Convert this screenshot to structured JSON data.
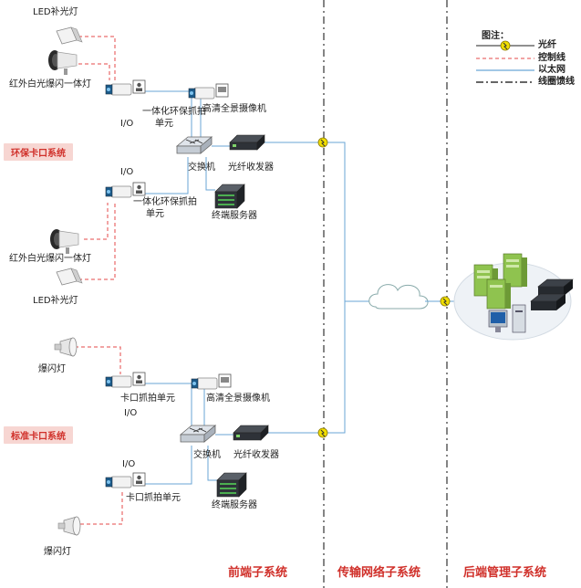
{
  "legend": {
    "title": "图注：",
    "items": [
      {
        "name": "fiber",
        "label": "光纤",
        "color": "#e8d800"
      },
      {
        "name": "control",
        "label": "控制线",
        "color": "#e54a4a"
      },
      {
        "name": "ethernet",
        "label": "以太网",
        "color": "#6aa6d6"
      },
      {
        "name": "coil",
        "label": "线圈馈线",
        "color": "#333333"
      }
    ]
  },
  "top_section": {
    "system_label": "环保卡口系统",
    "led_top": "LED补光灯",
    "ir_flash_top": "红外白光爆闪一体灯",
    "unit_top_line1": "一体化环保抓拍",
    "unit_top_line2": "单元",
    "io_top": "I/O",
    "hd_camera": "高清全景摄像机",
    "switch": "交换机",
    "fiber_transceiver": "光纤收发器",
    "terminal_server": "终端服务器",
    "io_bottom": "I/O",
    "unit_bottom_line1": "一体化环保抓拍",
    "unit_bottom_line2": "单元",
    "ir_flash_bottom": "红外白光爆闪一体灯",
    "led_bottom": "LED补光灯"
  },
  "bottom_section": {
    "system_label": "标准卡口系统",
    "flash_top": "爆闪灯",
    "unit_top": "卡口抓拍单元",
    "io_top": "I/O",
    "hd_camera": "高清全景摄像机",
    "switch": "交换机",
    "fiber_transceiver": "光纤收发器",
    "io_bottom": "I/O",
    "terminal_server": "终端服务器",
    "unit_bottom": "卡口抓拍单元",
    "flash_bottom": "爆闪灯"
  },
  "subsystems": {
    "front": "前端子系统",
    "transport": "传输网络子系统",
    "backend": "后端管理子系统"
  }
}
